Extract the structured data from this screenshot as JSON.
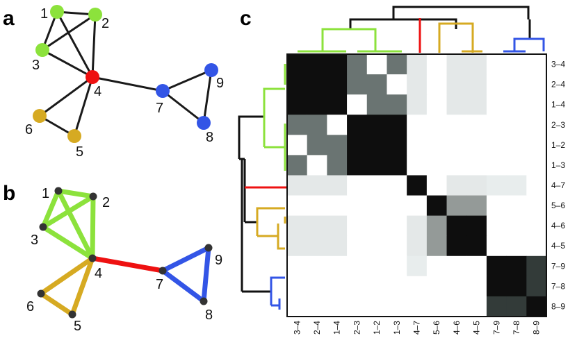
{
  "panels": {
    "a": "a",
    "b": "b",
    "c": "c"
  },
  "colors": {
    "green": "#8ce23c",
    "red": "#ee1111",
    "blue": "#3355e6",
    "gold": "#d6aa22",
    "edge": "#1a1a1a",
    "node_dark": "#333333"
  },
  "graph": {
    "nodes": [
      {
        "id": "1",
        "label": "1",
        "community": "green"
      },
      {
        "id": "2",
        "label": "2",
        "community": "green"
      },
      {
        "id": "3",
        "label": "3",
        "community": "green"
      },
      {
        "id": "4",
        "label": "4",
        "community": "red"
      },
      {
        "id": "5",
        "label": "5",
        "community": "gold"
      },
      {
        "id": "6",
        "label": "6",
        "community": "gold"
      },
      {
        "id": "7",
        "label": "7",
        "community": "blue"
      },
      {
        "id": "8",
        "label": "8",
        "community": "blue"
      },
      {
        "id": "9",
        "label": "9",
        "community": "blue"
      }
    ],
    "edges": [
      {
        "source": "1",
        "target": "2",
        "community": "green"
      },
      {
        "source": "1",
        "target": "3",
        "community": "green"
      },
      {
        "source": "1",
        "target": "4",
        "community": "green"
      },
      {
        "source": "2",
        "target": "3",
        "community": "green"
      },
      {
        "source": "2",
        "target": "4",
        "community": "green"
      },
      {
        "source": "3",
        "target": "4",
        "community": "green"
      },
      {
        "source": "4",
        "target": "5",
        "community": "gold"
      },
      {
        "source": "4",
        "target": "6",
        "community": "gold"
      },
      {
        "source": "5",
        "target": "6",
        "community": "gold"
      },
      {
        "source": "4",
        "target": "7",
        "community": "red"
      },
      {
        "source": "7",
        "target": "8",
        "community": "blue"
      },
      {
        "source": "7",
        "target": "9",
        "community": "blue"
      },
      {
        "source": "8",
        "target": "9",
        "community": "blue"
      }
    ]
  },
  "matrix": {
    "labels": [
      "3–4",
      "2–4",
      "1–4",
      "2–3",
      "1–2",
      "1–3",
      "4–7",
      "5–6",
      "4–6",
      "4–5",
      "7–9",
      "7–8",
      "8–9"
    ],
    "edge_communities": [
      "green",
      "green",
      "green",
      "green",
      "green",
      "green",
      "red",
      "gold",
      "gold",
      "gold",
      "blue",
      "blue",
      "blue"
    ],
    "shade_scale": {
      "0": "#ffffff",
      "1": "#e4e8e8",
      "2": "#e8eded",
      "3": "#949a98",
      "4": "#6a7472",
      "5": "#333b39",
      "6": "#0e0e0e"
    },
    "shades": [
      [
        6,
        6,
        6,
        4,
        0,
        4,
        1,
        0,
        1,
        1,
        0,
        0,
        0
      ],
      [
        6,
        6,
        6,
        4,
        4,
        0,
        1,
        0,
        1,
        1,
        0,
        0,
        0
      ],
      [
        6,
        6,
        6,
        0,
        4,
        4,
        1,
        0,
        1,
        1,
        0,
        0,
        0
      ],
      [
        4,
        4,
        0,
        6,
        6,
        6,
        0,
        0,
        0,
        0,
        0,
        0,
        0
      ],
      [
        0,
        4,
        4,
        6,
        6,
        6,
        0,
        0,
        0,
        0,
        0,
        0,
        0
      ],
      [
        4,
        0,
        4,
        6,
        6,
        6,
        0,
        0,
        0,
        0,
        0,
        0,
        0
      ],
      [
        1,
        1,
        1,
        0,
        0,
        0,
        6,
        0,
        1,
        1,
        2,
        2,
        0
      ],
      [
        0,
        0,
        0,
        0,
        0,
        0,
        0,
        6,
        3,
        3,
        0,
        0,
        0
      ],
      [
        1,
        1,
        1,
        0,
        0,
        0,
        1,
        3,
        6,
        6,
        0,
        0,
        0
      ],
      [
        1,
        1,
        1,
        0,
        0,
        0,
        1,
        3,
        6,
        6,
        0,
        0,
        0
      ],
      [
        0,
        0,
        0,
        0,
        0,
        0,
        2,
        0,
        0,
        0,
        6,
        6,
        5
      ],
      [
        0,
        0,
        0,
        0,
        0,
        0,
        0,
        0,
        0,
        0,
        6,
        6,
        5
      ],
      [
        0,
        0,
        0,
        0,
        0,
        0,
        0,
        0,
        0,
        0,
        5,
        5,
        6
      ]
    ]
  }
}
